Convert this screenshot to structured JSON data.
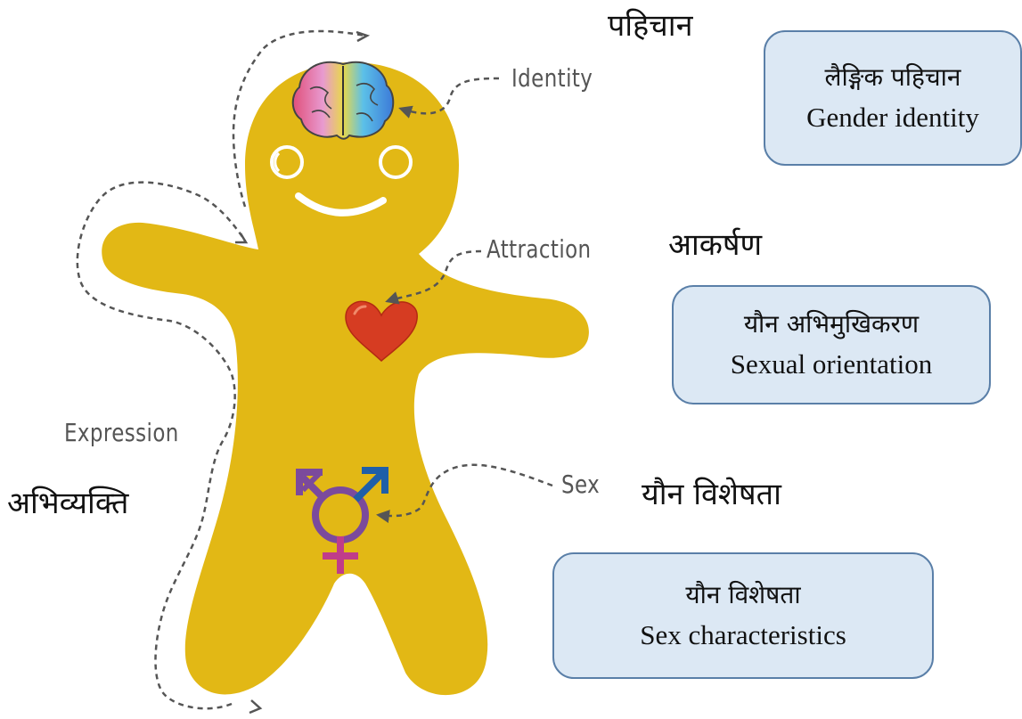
{
  "colors": {
    "body": "#e2b815",
    "box_fill": "#dce8f4",
    "box_border": "#5a7fa8",
    "heart": "#d63c22",
    "symbol_purple": "#7b4a9c",
    "symbol_blue": "#1f5fa8",
    "symbol_pink": "#c03c8a"
  },
  "labels": {
    "identity": "Identity",
    "attraction": "Attraction",
    "expression": "Expression",
    "sex": "Sex"
  },
  "headings": {
    "identity": "पहिचान",
    "attraction": "आकर्षण",
    "expression": "अभिव्यक्ति",
    "sex": "यौन विशेषता"
  },
  "boxes": {
    "gender_identity": {
      "hindi": "लैङ्गिक पहिचान",
      "english": "Gender identity"
    },
    "sexual_orientation": {
      "hindi": "यौन अभिमुखिकरण",
      "english": "Sexual orientation"
    },
    "sex_characteristics": {
      "hindi": "यौन विशेषता",
      "english": "Sex characteristics"
    }
  },
  "icons": {
    "brain": "brain-icon",
    "heart": "heart-icon",
    "gender_symbol": "transgender-symbol-icon"
  }
}
